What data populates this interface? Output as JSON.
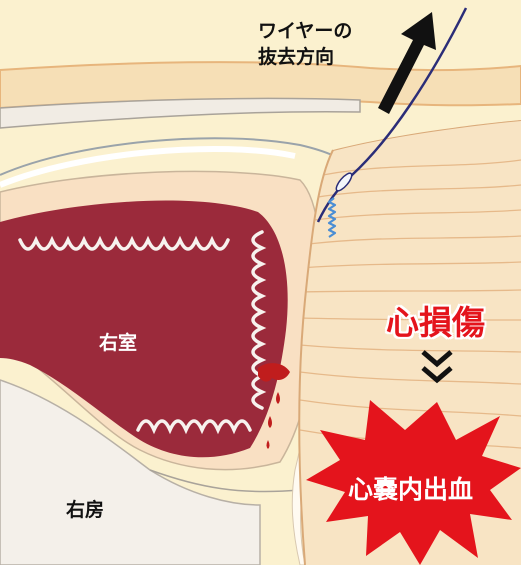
{
  "labels": {
    "wire_direction_line1": "ワイヤーの",
    "wire_direction_line2": "抜去方向",
    "right_ventricle": "右室",
    "right_atrium": "右房",
    "cardiac_injury": "心損傷",
    "cardiac_tamponade": "心嚢内出血"
  },
  "colors": {
    "background": "#fbf1cf",
    "myocardium": "#f9e0c3",
    "ventricle_cavity": "#9b2a3b",
    "wire": "#2b2d78",
    "accent_red": "#e4141c",
    "arrow": "#111111"
  },
  "icons": {
    "direction": "arrow-up-right-icon",
    "progression": "double-chevron-down-icon",
    "burst": "starburst-icon"
  }
}
